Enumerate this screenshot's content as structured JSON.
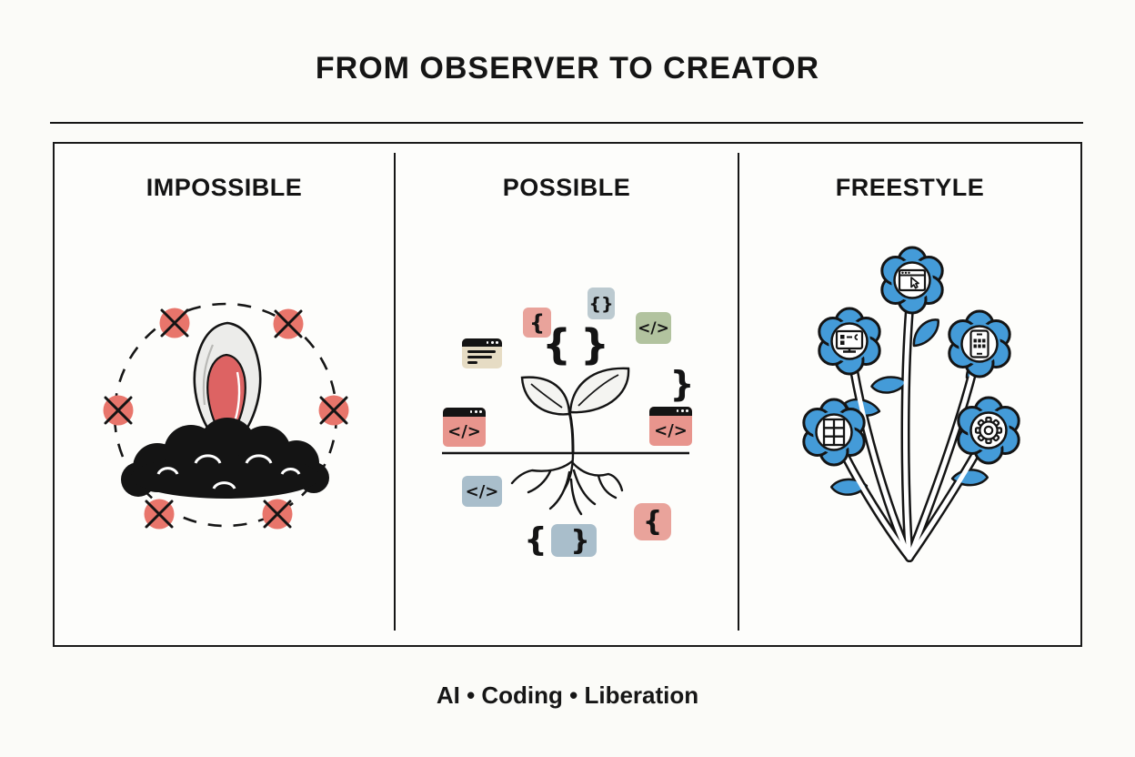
{
  "header": {
    "title": "FROM OBSERVER TO CREATOR"
  },
  "footer": {
    "tagline": "AI • Coding • Liberation"
  },
  "panels": {
    "impossible": {
      "label": "IMPOSSIBLE"
    },
    "possible": {
      "label": "POSSIBLE"
    },
    "freestyle": {
      "label": "FREESTYLE"
    }
  },
  "possible_tokens": {
    "brace_pink_top": "{",
    "braces_gray_top": "{}",
    "braces_center": "{}",
    "code_green": "</>",
    "brace_right": "}",
    "window_left": "</>",
    "window_right": "</>",
    "code_gray_bottom": "</>",
    "brace_bottom": "{",
    "brace_gray_bottom": "}",
    "brace_pink_bottom": "{"
  },
  "icons": {
    "impossible": [
      "dashed-boundary-circle",
      "blocked-x-icon",
      "seed-icon",
      "soil-cloud-icon"
    ],
    "possible": [
      "sprout-icon",
      "doc-window-icon",
      "code-window-icon"
    ],
    "freestyle": [
      "flower-icon",
      "browser-cursor-icon",
      "desktop-code-icon",
      "mobile-app-icon",
      "table-grid-icon",
      "gear-icon"
    ],
    "gear_glyph": "⚙"
  },
  "colors": {
    "ink": "#141414",
    "salmon": "#e8756b",
    "pink": "#e9a39b",
    "pink_window": "#e8958d",
    "blue_gray": "#a9becb",
    "green": "#b2c39f",
    "tan": "#e6dcc4",
    "flower_blue": "#449bd8",
    "seed_red": "#dd6363",
    "seed_shell": "#ececea"
  }
}
